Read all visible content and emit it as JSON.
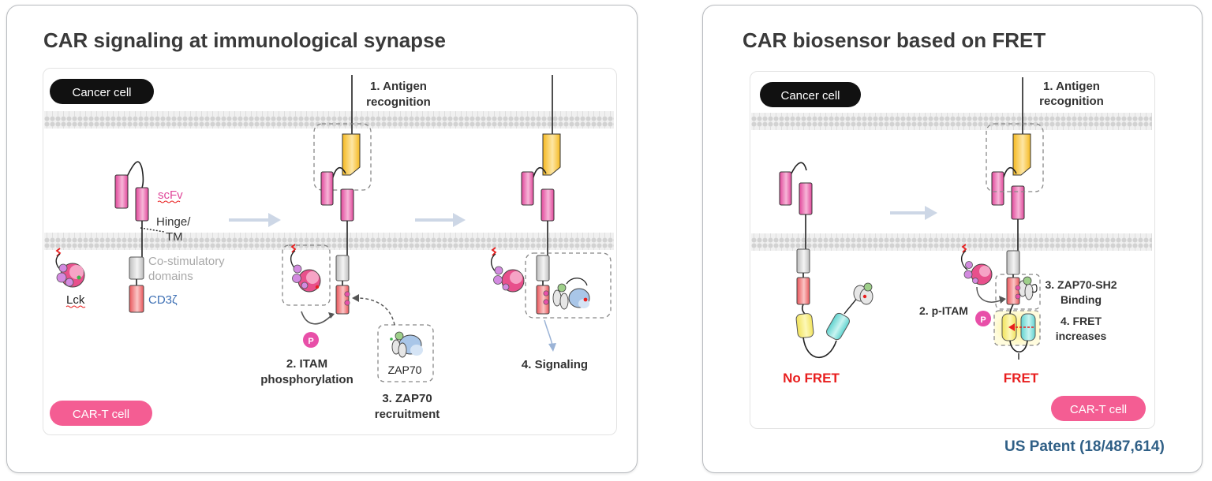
{
  "left_panel": {
    "title": "CAR signaling at immunological synapse",
    "cancer_cell_label": "Cancer cell",
    "cart_cell_label": "CAR-T cell",
    "part_labels": {
      "scfv": "scFv",
      "hinge": "Hinge/",
      "tm": "TM",
      "costim_1": "Co-stimulatory",
      "costim_2": "domains",
      "cd3z": "CD3ζ",
      "lck": "Lck",
      "zap70": "ZAP70",
      "phospho": "P"
    },
    "steps": {
      "step1_line1": "1. Antigen",
      "step1_line2": "recognition",
      "step2_line1": "2. ITAM",
      "step2_line2": "phosphorylation",
      "step3_line1": "3. ZAP70",
      "step3_line2": "recruitment",
      "step4": "4. Signaling"
    }
  },
  "right_panel": {
    "title": "CAR biosensor based on FRET",
    "cancer_cell_label": "Cancer cell",
    "cart_cell_label": "CAR-T cell",
    "steps": {
      "step1_line1": "1. Antigen",
      "step1_line2": "recognition",
      "step2": "2. p-ITAM",
      "step3_line1": "3. ZAP70-SH2",
      "step3_line2": "Binding",
      "step4_line1": "4. FRET",
      "step4_line2": "increases",
      "phospho": "P"
    },
    "no_fret_label": "No FRET",
    "fret_label": "FRET",
    "patent": "US Patent (18/487,614)"
  },
  "colors": {
    "scfv_pink": "#e0479a",
    "antigen_yellow": "#f5b921",
    "cd3z_red": "#e8555a",
    "membrane_gray": "#dcdcdc",
    "arrow_blue_gray": "#c9d3e3",
    "cart_pill": "#f45d93",
    "fret_red": "#e81e1e",
    "patent_blue": "#2f5f86",
    "lck_purple": "#d38ae0"
  }
}
